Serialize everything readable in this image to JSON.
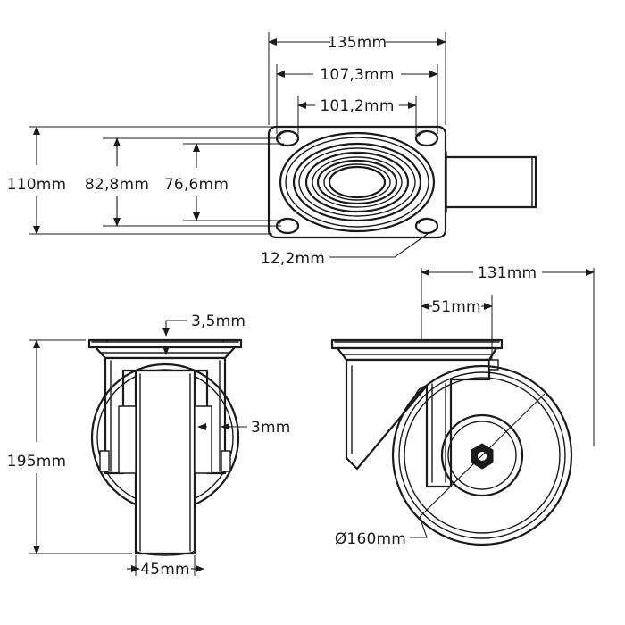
{
  "drawing": {
    "title": "Swivel caster wheel technical drawing",
    "background_color": "#ffffff",
    "line_color": "#1a1a1a",
    "units": "mm",
    "views": [
      {
        "name": "top-plate-view",
        "position": "top",
        "description": "Top plan view of mounting plate with four bolt holes and concentric swivel raceway rings"
      },
      {
        "name": "front-elevation-view",
        "position": "bottom-left",
        "description": "Front elevation showing wheel width and overall height"
      },
      {
        "name": "side-elevation-view",
        "position": "bottom-right",
        "description": "Side elevation showing swivel fork, offset and wheel diameter"
      }
    ]
  },
  "dimensions": {
    "plate_width": "135mm",
    "bolt_hole_spacing_outer_x": "107,3mm",
    "bolt_hole_spacing_inner_x": "101,2mm",
    "plate_depth": "110mm",
    "bolt_hole_spacing_outer_y": "82,8mm",
    "bolt_hole_spacing_inner_y": "76,6mm",
    "bolt_hole_size": "12,2mm",
    "plate_thickness": "3,5mm",
    "overall_height": "195mm",
    "wheel_width": "45mm",
    "tread_thickness": "3mm",
    "overall_depth": "131mm",
    "swivel_offset": "51mm",
    "wheel_diameter": "Ø160mm"
  },
  "labels": {
    "d135": "135mm",
    "d107_3": "107,3mm",
    "d101_2": "101,2mm",
    "d110": "110mm",
    "d82_8": "82,8mm",
    "d76_6": "76,6mm",
    "d12_2": "12,2mm",
    "d3_5": "3,5mm",
    "d195": "195mm",
    "d45": "45mm",
    "d3": "3mm",
    "d131": "131mm",
    "d51": "51mm",
    "d160": "Ø160mm"
  }
}
